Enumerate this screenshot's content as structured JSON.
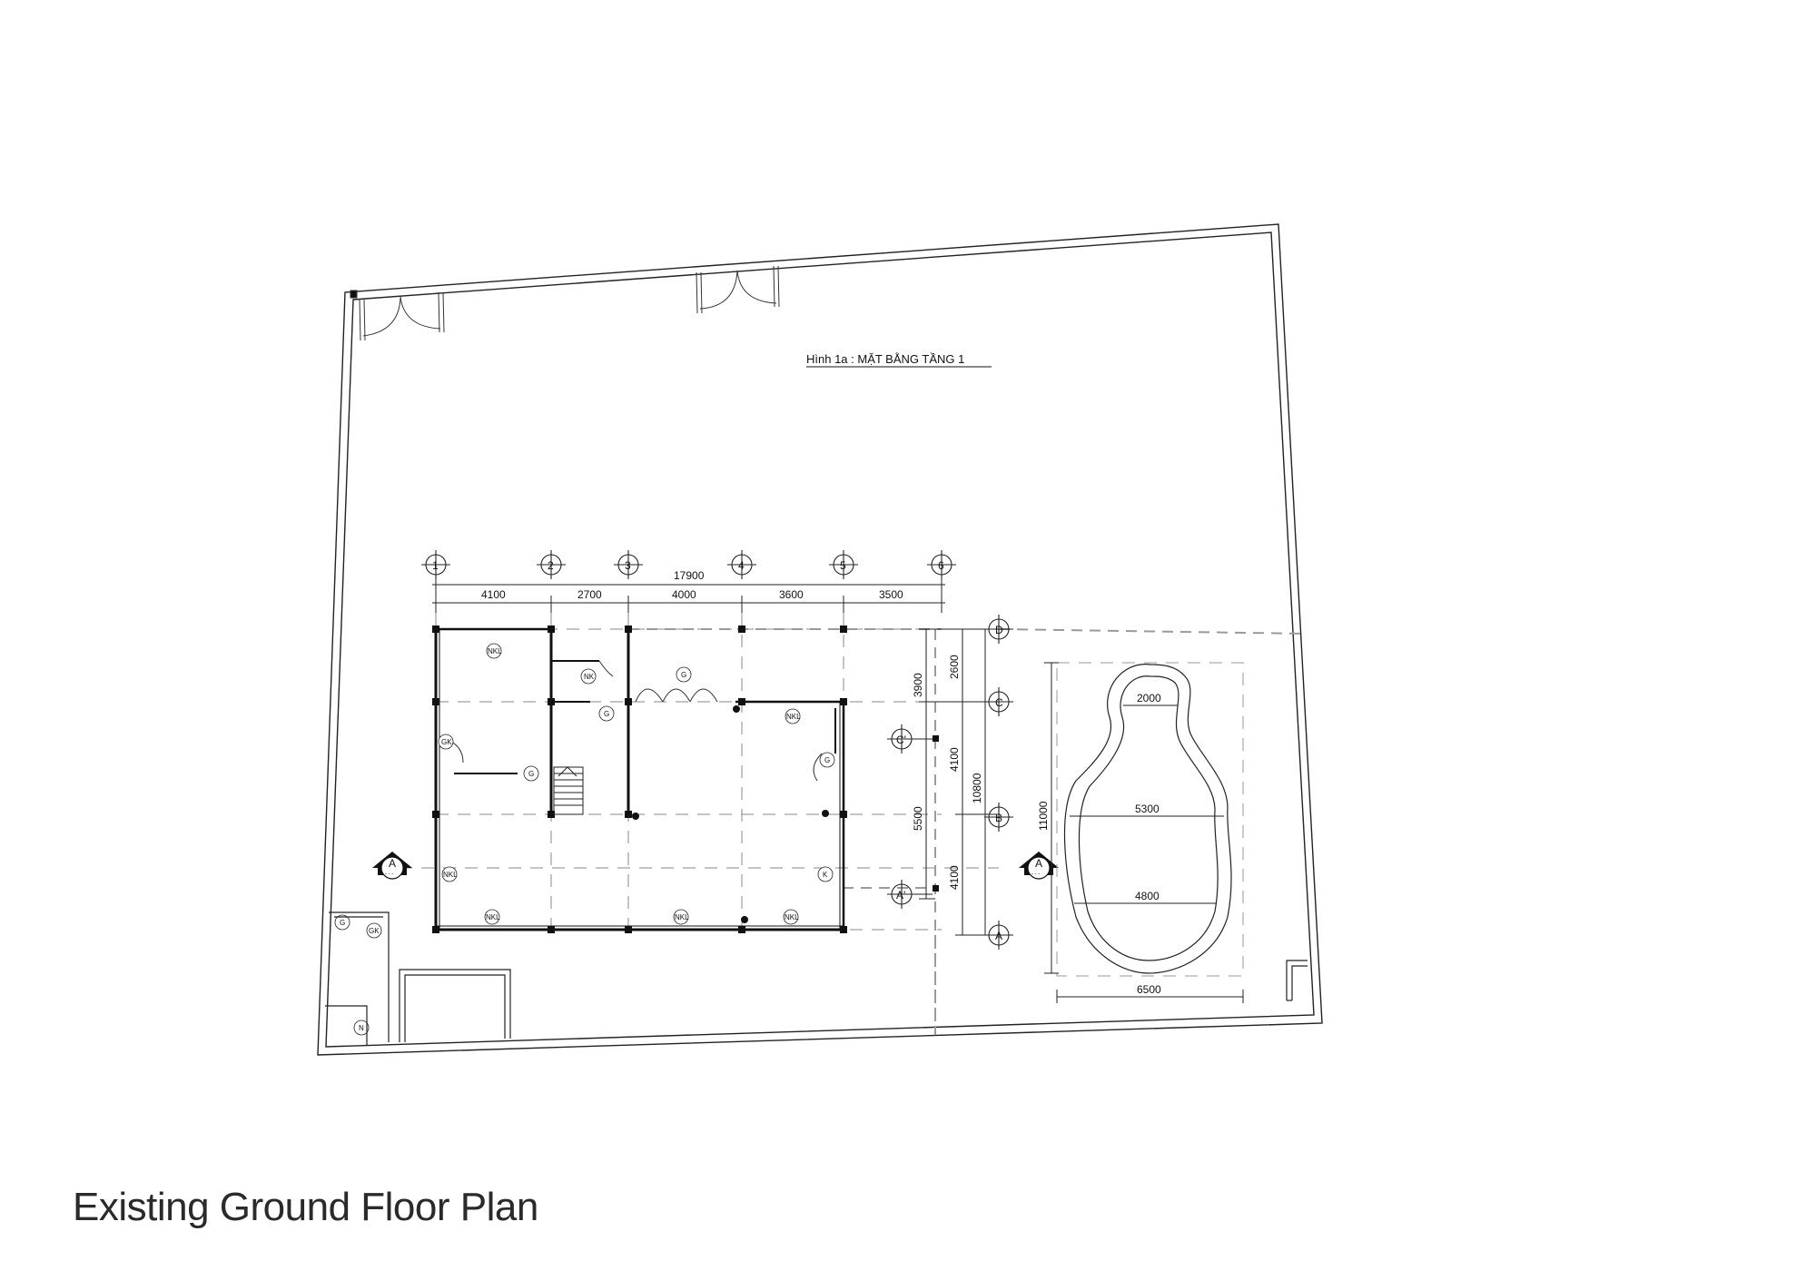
{
  "drawing_title": "Hình 1a : MẶT BẰNG TẦNG 1",
  "caption": "Existing Ground Floor Plan",
  "grid_columns": [
    "1",
    "2",
    "3",
    "4",
    "5",
    "6"
  ],
  "grid_rows": [
    "D",
    "C",
    "C'",
    "B",
    "A'",
    "A"
  ],
  "dimensions": {
    "overall_width": "17900",
    "bays": [
      "4100",
      "2700",
      "4000",
      "3600",
      "3500"
    ],
    "inner_vertical": [
      "3900",
      "5500"
    ],
    "mid_vertical": [
      "2600",
      "4100",
      "4100"
    ],
    "overall_depth": "10800",
    "pool_length": "11000",
    "pool_top_width": "2000",
    "pool_mid_width": "5300",
    "pool_low_width": "4800",
    "pool_bottom_width": "6500"
  },
  "section_marker": {
    "label": "A",
    "sub": "- - -"
  },
  "room_tags": {
    "nkl": "NKL",
    "nk": "NK",
    "g": "G",
    "gk": "GK",
    "k": "K",
    "n": "N"
  }
}
